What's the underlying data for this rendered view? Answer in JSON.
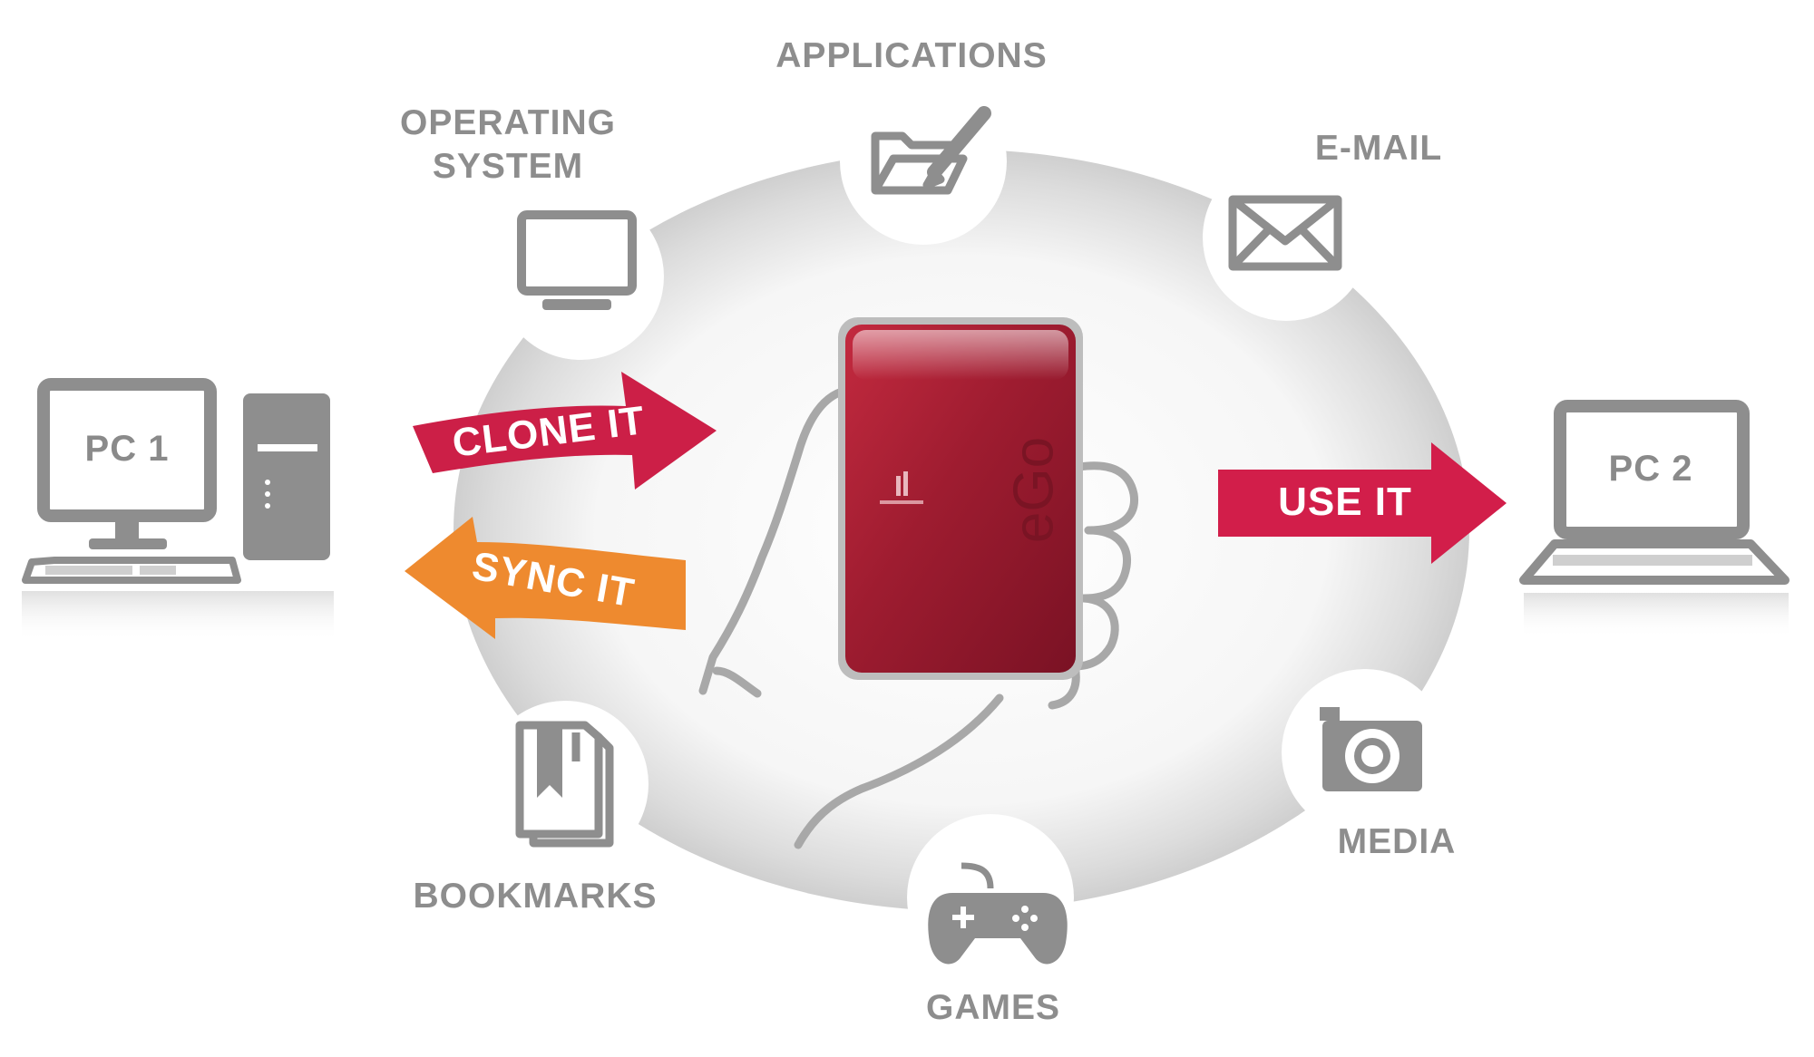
{
  "labels": {
    "applications": "APPLICATIONS",
    "operating_system_line1": "OPERATING",
    "operating_system_line2": "SYSTEM",
    "email": "E-MAIL",
    "bookmarks": "BOOKMARKS",
    "games": "GAMES",
    "media": "MEDIA"
  },
  "computers": {
    "pc1": "PC 1",
    "pc2": "PC 2"
  },
  "arrows": {
    "clone": "CLONE IT",
    "sync": "SYNC IT",
    "use": "USE IT"
  },
  "device": {
    "brand": "eGo"
  },
  "icons": [
    "folder-pencil-icon",
    "monitor-icon",
    "envelope-icon",
    "bookmark-icon",
    "gamepad-icon",
    "camera-icon"
  ],
  "colors": {
    "clone_arrow": "#cc1f47",
    "sync_arrow": "#ee8a2f",
    "use_arrow": "#d21e4a",
    "device_red": "#9b1c2e",
    "icon_gray": "#8e8e8e"
  }
}
